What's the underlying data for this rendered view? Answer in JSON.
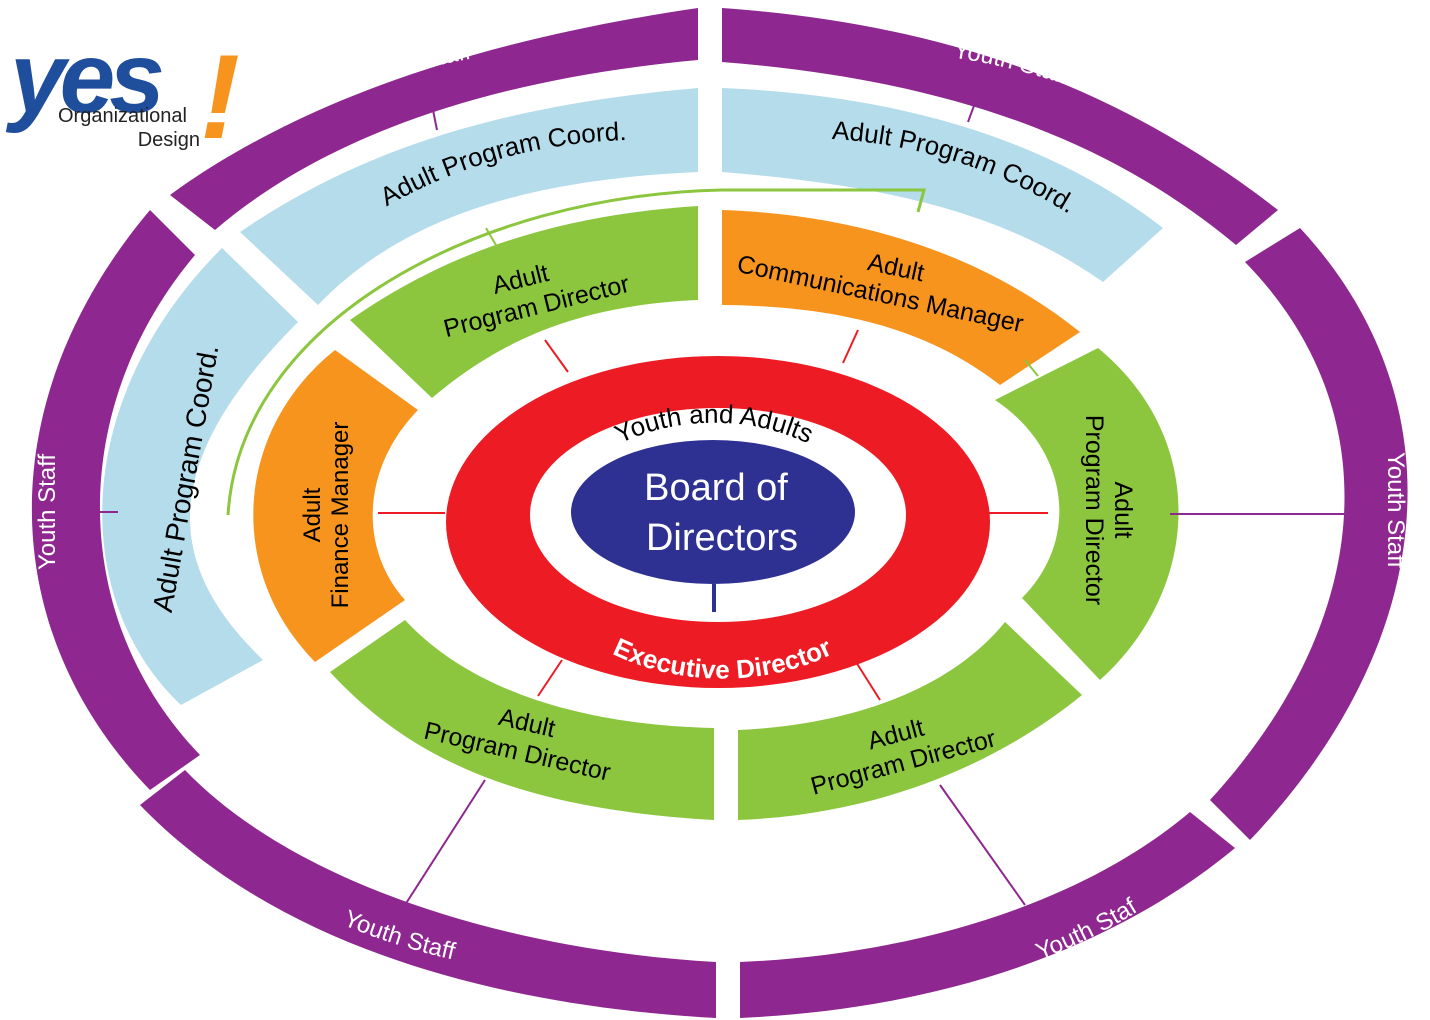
{
  "logo": {
    "wordmark": "yes",
    "exclamation": "!",
    "line1": "Organizational",
    "line2": "Design"
  },
  "center": {
    "caption": "Youth and Adults",
    "title_line1": "Board of",
    "title_line2": "Directors"
  },
  "executive": {
    "label": "Executive Director"
  },
  "inner_ring": {
    "roles": [
      {
        "line1": "Adult",
        "line2": "Program Director"
      },
      {
        "line1": "Adult",
        "line2": "Communications  Manager"
      },
      {
        "line1": "Adult",
        "line2": "Program Director"
      },
      {
        "line1": "Adult",
        "line2": "Program Director"
      },
      {
        "line1": "Adult",
        "line2": "Program Director"
      },
      {
        "line1": "Adult",
        "line2": "Finance Manager"
      }
    ]
  },
  "middle_ring": {
    "roles": [
      {
        "label": "Adult Program Coord."
      },
      {
        "label": "Adult Program Coord."
      },
      {
        "label": "Adult  Program  Coord."
      }
    ]
  },
  "outer_ring": {
    "roles": [
      {
        "label": "Youth Staff"
      },
      {
        "label": "Youth Staff"
      },
      {
        "label": "Youth Staff"
      },
      {
        "label": "Youth Staff"
      },
      {
        "label": "Youth Staff"
      },
      {
        "label": "Youth Staff"
      }
    ]
  },
  "colors": {
    "purple": "#8e278f",
    "light_blue": "#b5dcea",
    "green": "#8cc63f",
    "orange": "#f7941d",
    "red": "#ed1c24",
    "navy": "#2e3192",
    "logo_blue": "#1f4e9c",
    "logo_orange": "#f7941d"
  }
}
